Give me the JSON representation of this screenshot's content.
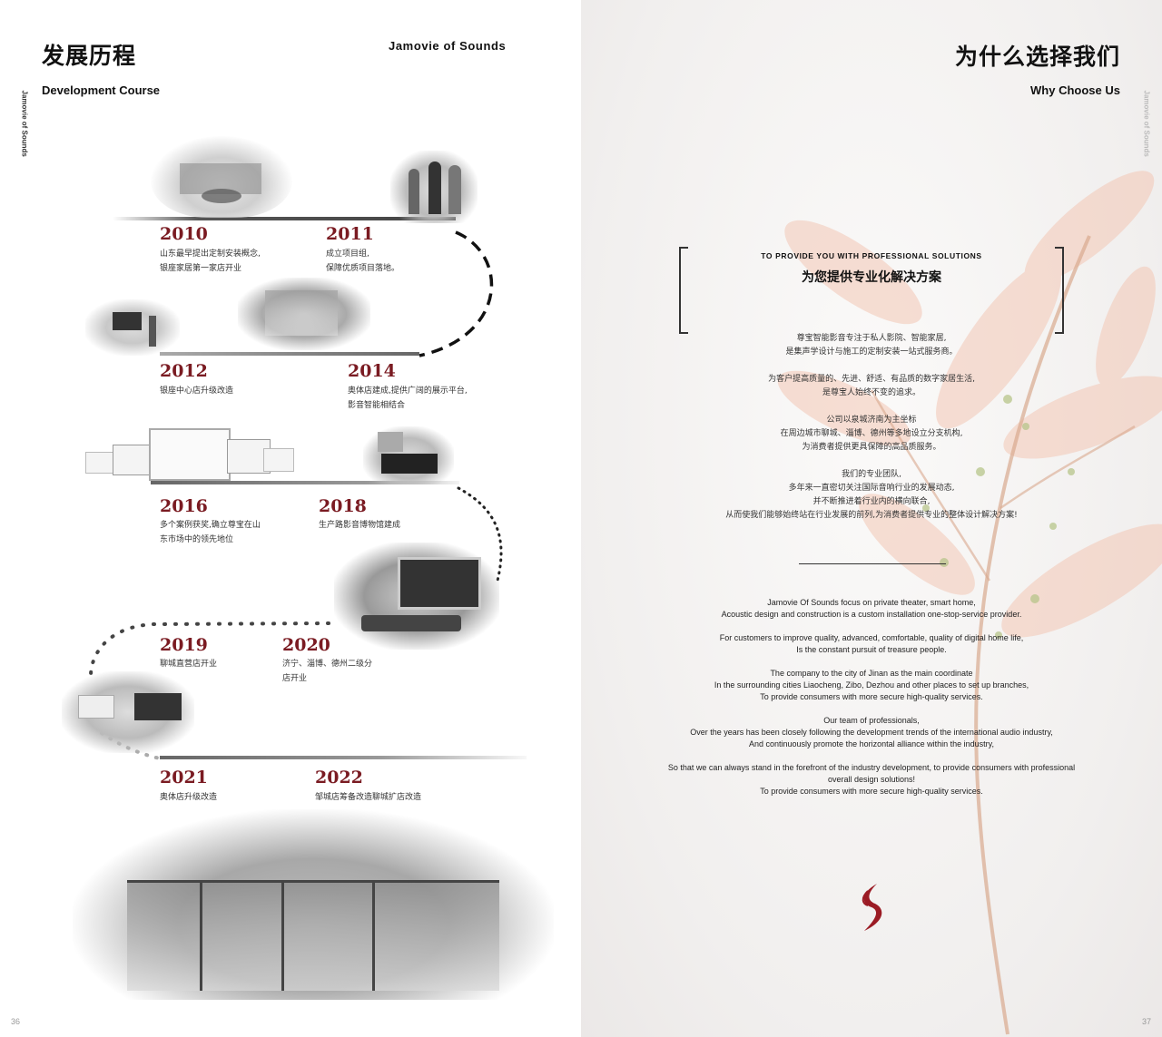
{
  "left_page": {
    "title_cn": "发展历程",
    "title_en": "Development Course",
    "brand": "Jamovie of Sounds",
    "side_brand": "Jamovie of Sounds",
    "page_number": "36",
    "timeline": [
      {
        "year": "2010",
        "lines": [
          "山东最早提出定制安装概念,",
          "银座家居第一家店开业"
        ]
      },
      {
        "year": "2011",
        "lines": [
          "成立项目组,",
          "保障优质项目落地。"
        ]
      },
      {
        "year": "2012",
        "lines": [
          "银座中心店升级改造"
        ]
      },
      {
        "year": "2014",
        "lines": [
          "奥体店建成,提供广阔的展示平台,",
          "影音智能相结合"
        ]
      },
      {
        "year": "2016",
        "lines": [
          "多个案例获奖,确立尊宝在山",
          "东市场中的领先地位"
        ]
      },
      {
        "year": "2018",
        "lines": [
          "生产路影音博物馆建成"
        ]
      },
      {
        "year": "2019",
        "lines": [
          "聊城直营店开业"
        ]
      },
      {
        "year": "2020",
        "lines": [
          "济宁、淄博、德州二级分",
          "店开业"
        ]
      },
      {
        "year": "2021",
        "lines": [
          "奥体店升级改造"
        ]
      },
      {
        "year": "2022",
        "lines": [
          "邹城店筹备改造聊城扩店改造"
        ]
      }
    ]
  },
  "right_page": {
    "title_cn": "为什么选择我们",
    "title_en": "Why Choose Us",
    "side_brand": "Jamovie of Sounds",
    "page_number": "37",
    "slogan_en": "TO PROVIDE YOU WITH PROFESSIONAL SOLUTIONS",
    "slogan_cn": "为您提供专业化解决方案",
    "cn_paragraphs": [
      [
        "尊宝智能影音专注于私人影院、智能家居,",
        "是集声学设计与施工的定制安装一站式服务商。"
      ],
      [
        "为客户提高质量的、先进、舒适、有品质的数字家居生活,",
        "是尊宝人始终不变的追求。"
      ],
      [
        "公司以泉城济南为主坐标",
        "在周边城市聊城、淄博、德州等多地设立分支机构,",
        "为消费者提供更具保障的高品质服务。"
      ],
      [
        "我们的专业团队,",
        "多年来一直密切关注国际音响行业的发展动态,",
        "并不断推进着行业内的横向联合,",
        "从而使我们能够始终站在行业发展的前列,为消费者提供专业的整体设计解决方案!"
      ]
    ],
    "en_paragraphs": [
      [
        "Jamovie Of Sounds focus on private theater, smart home,",
        "Acoustic design and construction is a custom installation one-stop-service provider."
      ],
      [
        "For customers to improve quality, advanced, comfortable, quality of digital home life,",
        "Is the constant pursuit of treasure people."
      ],
      [
        "The company to the city of Jinan as the main coordinate",
        "In the surrounding cities Liaocheng, Zibo, Dezhou and other places to set up branches,",
        "To provide consumers with more secure high-quality services."
      ],
      [
        "Our team of professionals,",
        "Over the years has been closely following the development trends of the international audio industry,",
        "And continuously promote the horizontal alliance within the industry,"
      ],
      [
        "So that we can always stand in the forefront of the industry development, to provide consumers with professional",
        "overall design solutions!",
        "To provide consumers with more secure high-quality services."
      ]
    ],
    "brand_color": "#9b1b24"
  }
}
